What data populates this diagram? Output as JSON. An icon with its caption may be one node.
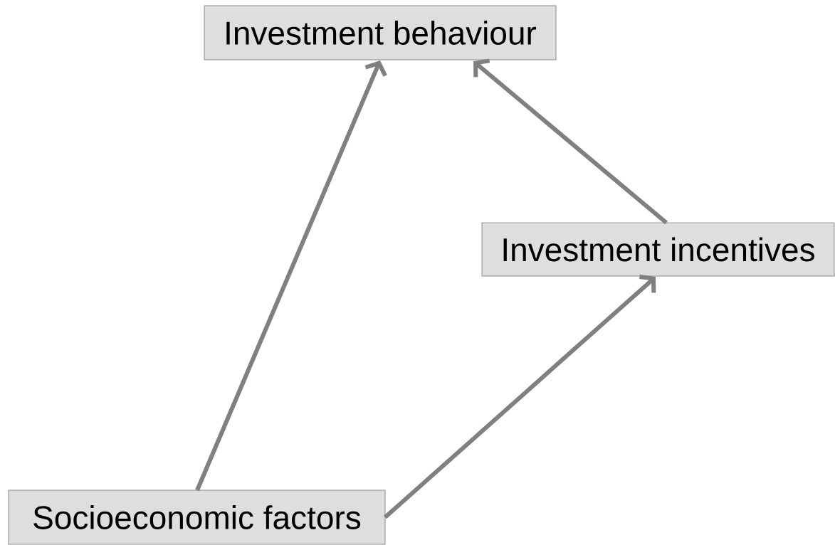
{
  "diagram": {
    "nodes": [
      {
        "text": [
          "Investment behaviour"
        ]
      },
      {
        "text": [
          "Investment incentives"
        ]
      },
      {
        "text": [
          "Socioeconomic factors"
        ]
      }
    ],
    "edges": [
      {
        "from": 2,
        "to": 0,
        "arrow": "to"
      },
      {
        "from": 1,
        "to": 0,
        "arrow": "to"
      },
      {
        "from": 2,
        "to": 1,
        "arrow": "to"
      }
    ]
  }
}
